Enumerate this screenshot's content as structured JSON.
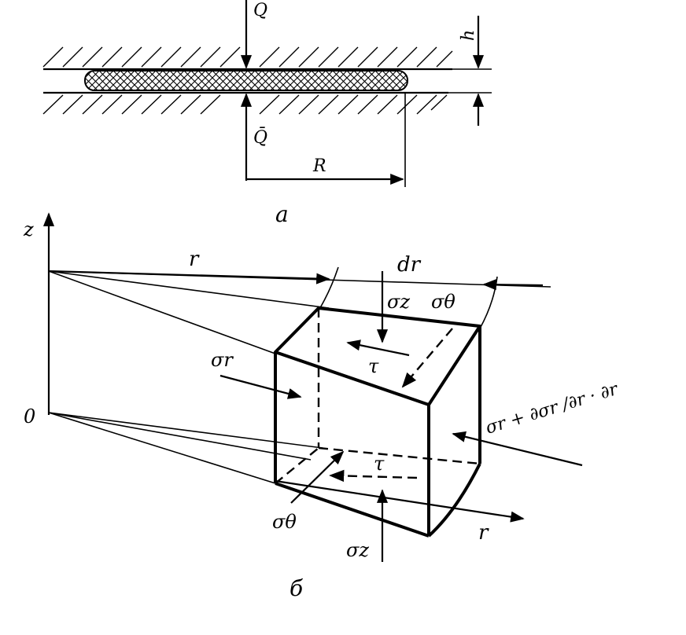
{
  "diagram_a": {
    "force_top": "Q",
    "force_bottom": "Q̄",
    "thickness_label": "h",
    "radius_label": "R",
    "caption": "а"
  },
  "diagram_b": {
    "axis_z": "z",
    "origin": "0",
    "radius_label": "r",
    "dr_label": "dr",
    "sigma_z_top": "σz",
    "sigma_theta_top": "σθ",
    "tau_top": "τ",
    "sigma_r_left": "σr",
    "sigma_r_right": "σr + ∂σr /∂r · ∂r",
    "tau_bottom": "τ",
    "sigma_theta_bottom": "σθ",
    "sigma_z_bottom": "σz",
    "axis_r": "r",
    "caption": "б"
  }
}
